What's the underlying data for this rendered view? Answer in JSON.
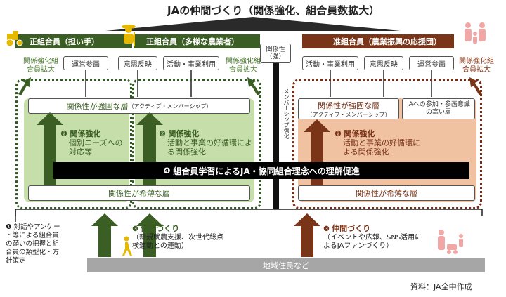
{
  "title": "JAの仲間づくり（関係強化、組合員数拡大）",
  "left_headers": {
    "regular_a": "正組合員（担い手）",
    "regular_b": "正組合員（多様な農業者）"
  },
  "right_header": "准組合員（農業振興の応援団）",
  "center_top": "関係性（強）",
  "center_arrow_label": "メンバーシップ強化",
  "left_expand": "関係強化組合員拡大",
  "left_expand_b": "関係強化組合員拡大",
  "right_expand": "関係強化組合員拡大",
  "left_boxes": [
    "運営参画",
    "意思反映",
    "活動・事業利用"
  ],
  "right_boxes": [
    "活動・事業利用",
    "意思反映",
    "運営参画"
  ],
  "strong_layer": "関係性が強固な層",
  "strong_layer_sub": "（アクティブ・メンバーシップ）",
  "ja_high": "JAへの参加・参画意識の高い層",
  "step2_title": "関係強化",
  "step2_left_a": "個別ニーズへの対応等",
  "step2_left_b": "活動と事業の好循環による関係強化",
  "step2_right": "活動と事業の好循環による関係強化",
  "step4": "組合員学習によるJA・協同組合理念への理解促進",
  "weak_layer": "関係性が希薄な層",
  "step1": "対話やアンケート等による組合員の願いの把握と組合員の類型化・方針策定",
  "step3_title": "仲間づくり",
  "step3_left": "（新規就農支援、次世代総点検運動との連動）",
  "step3_right": "（イベントや広報、SNS活用によるJAファンづくり）",
  "residents": "地域住民など",
  "source": "資料：JA全中作成",
  "num1": "❶",
  "num2": "❷",
  "num3": "❸",
  "num4": "❹",
  "icons": [
    "tractor-icon",
    "farmer-icon",
    "family-icon",
    "walking-person-icon",
    "parent-child-icon"
  ],
  "colors": {
    "green_dark": "#3a5e23",
    "green_light": "#c6dea9",
    "brown_dark": "#7a3418",
    "peach": "#f0c2a2",
    "band": "#000000",
    "grey": "#a6a6a6"
  }
}
